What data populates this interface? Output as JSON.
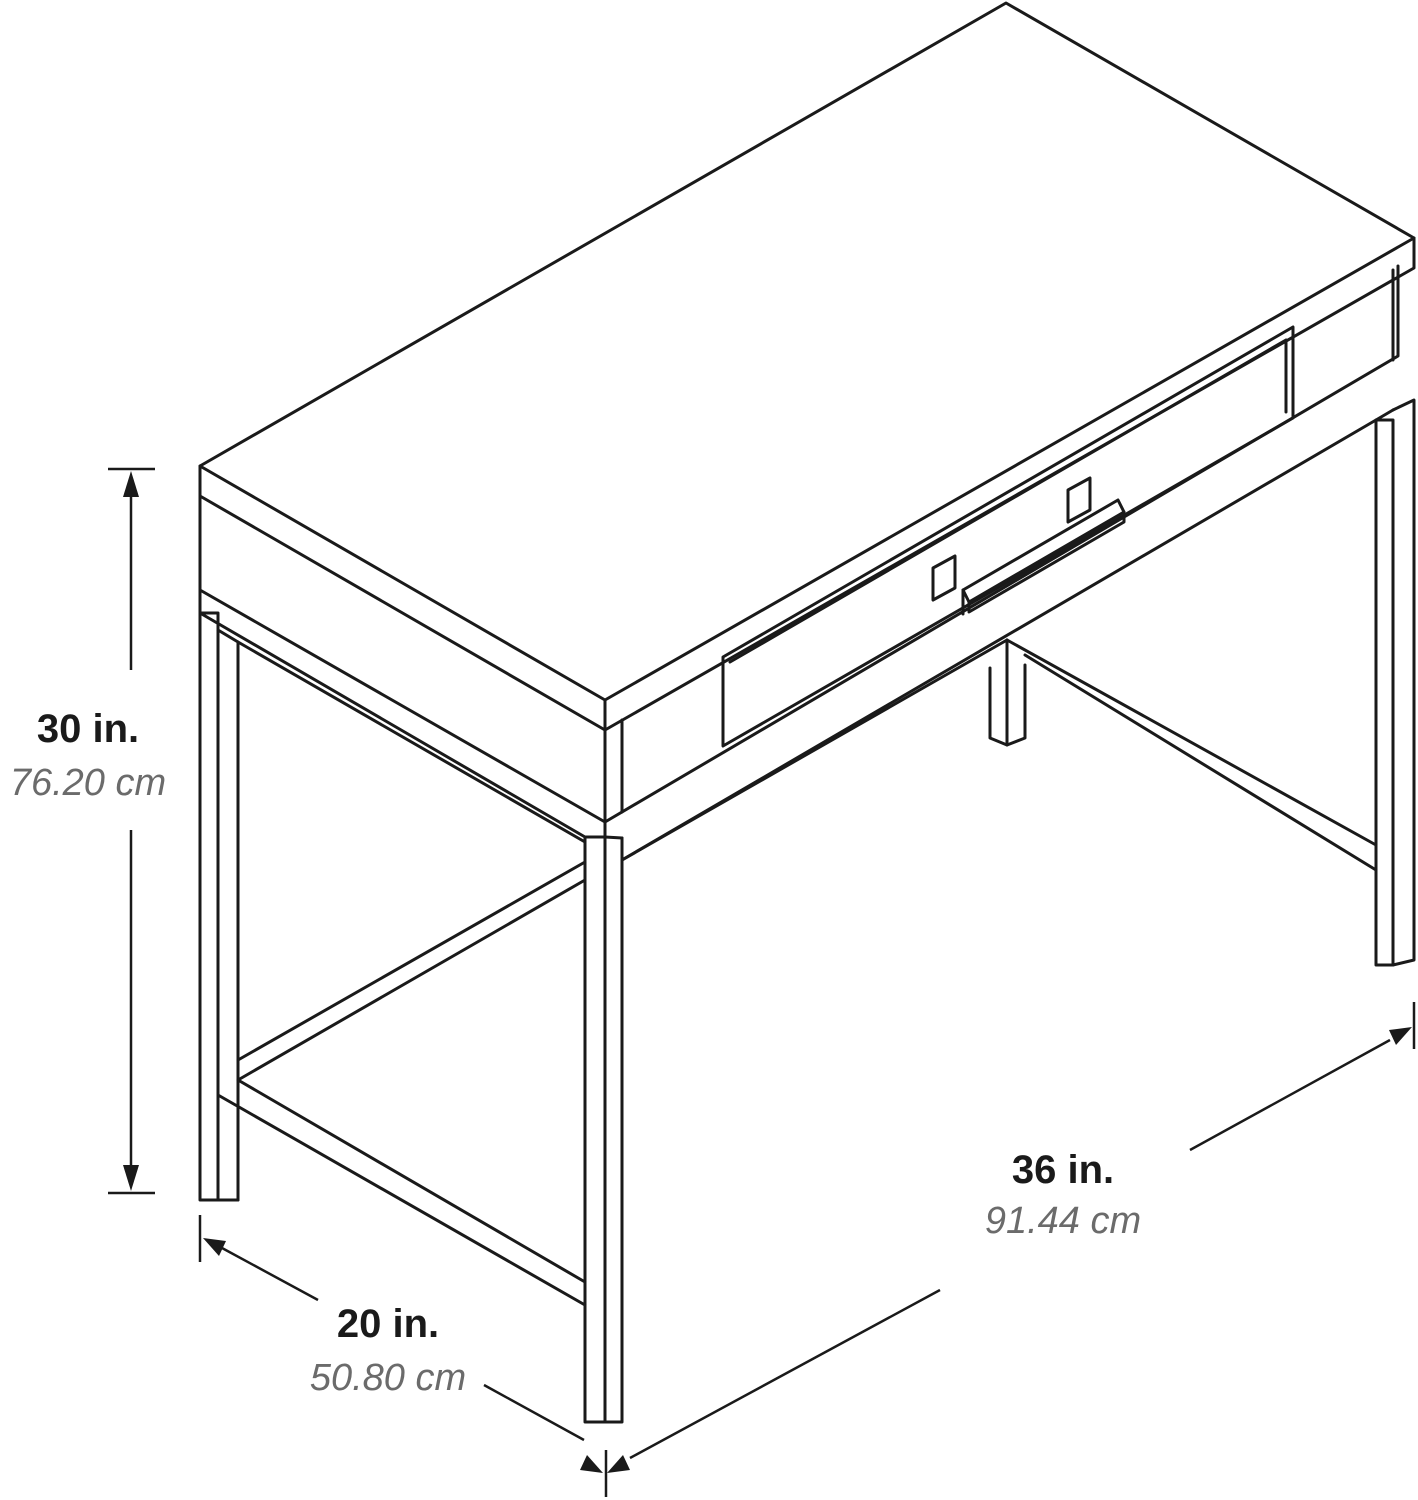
{
  "dimensions": {
    "height": {
      "imperial": "30 in.",
      "metric": "76.20 cm"
    },
    "depth": {
      "imperial": "20 in.",
      "metric": "50.80 cm"
    },
    "width": {
      "imperial": "36 in.",
      "metric": "91.44 cm"
    }
  }
}
